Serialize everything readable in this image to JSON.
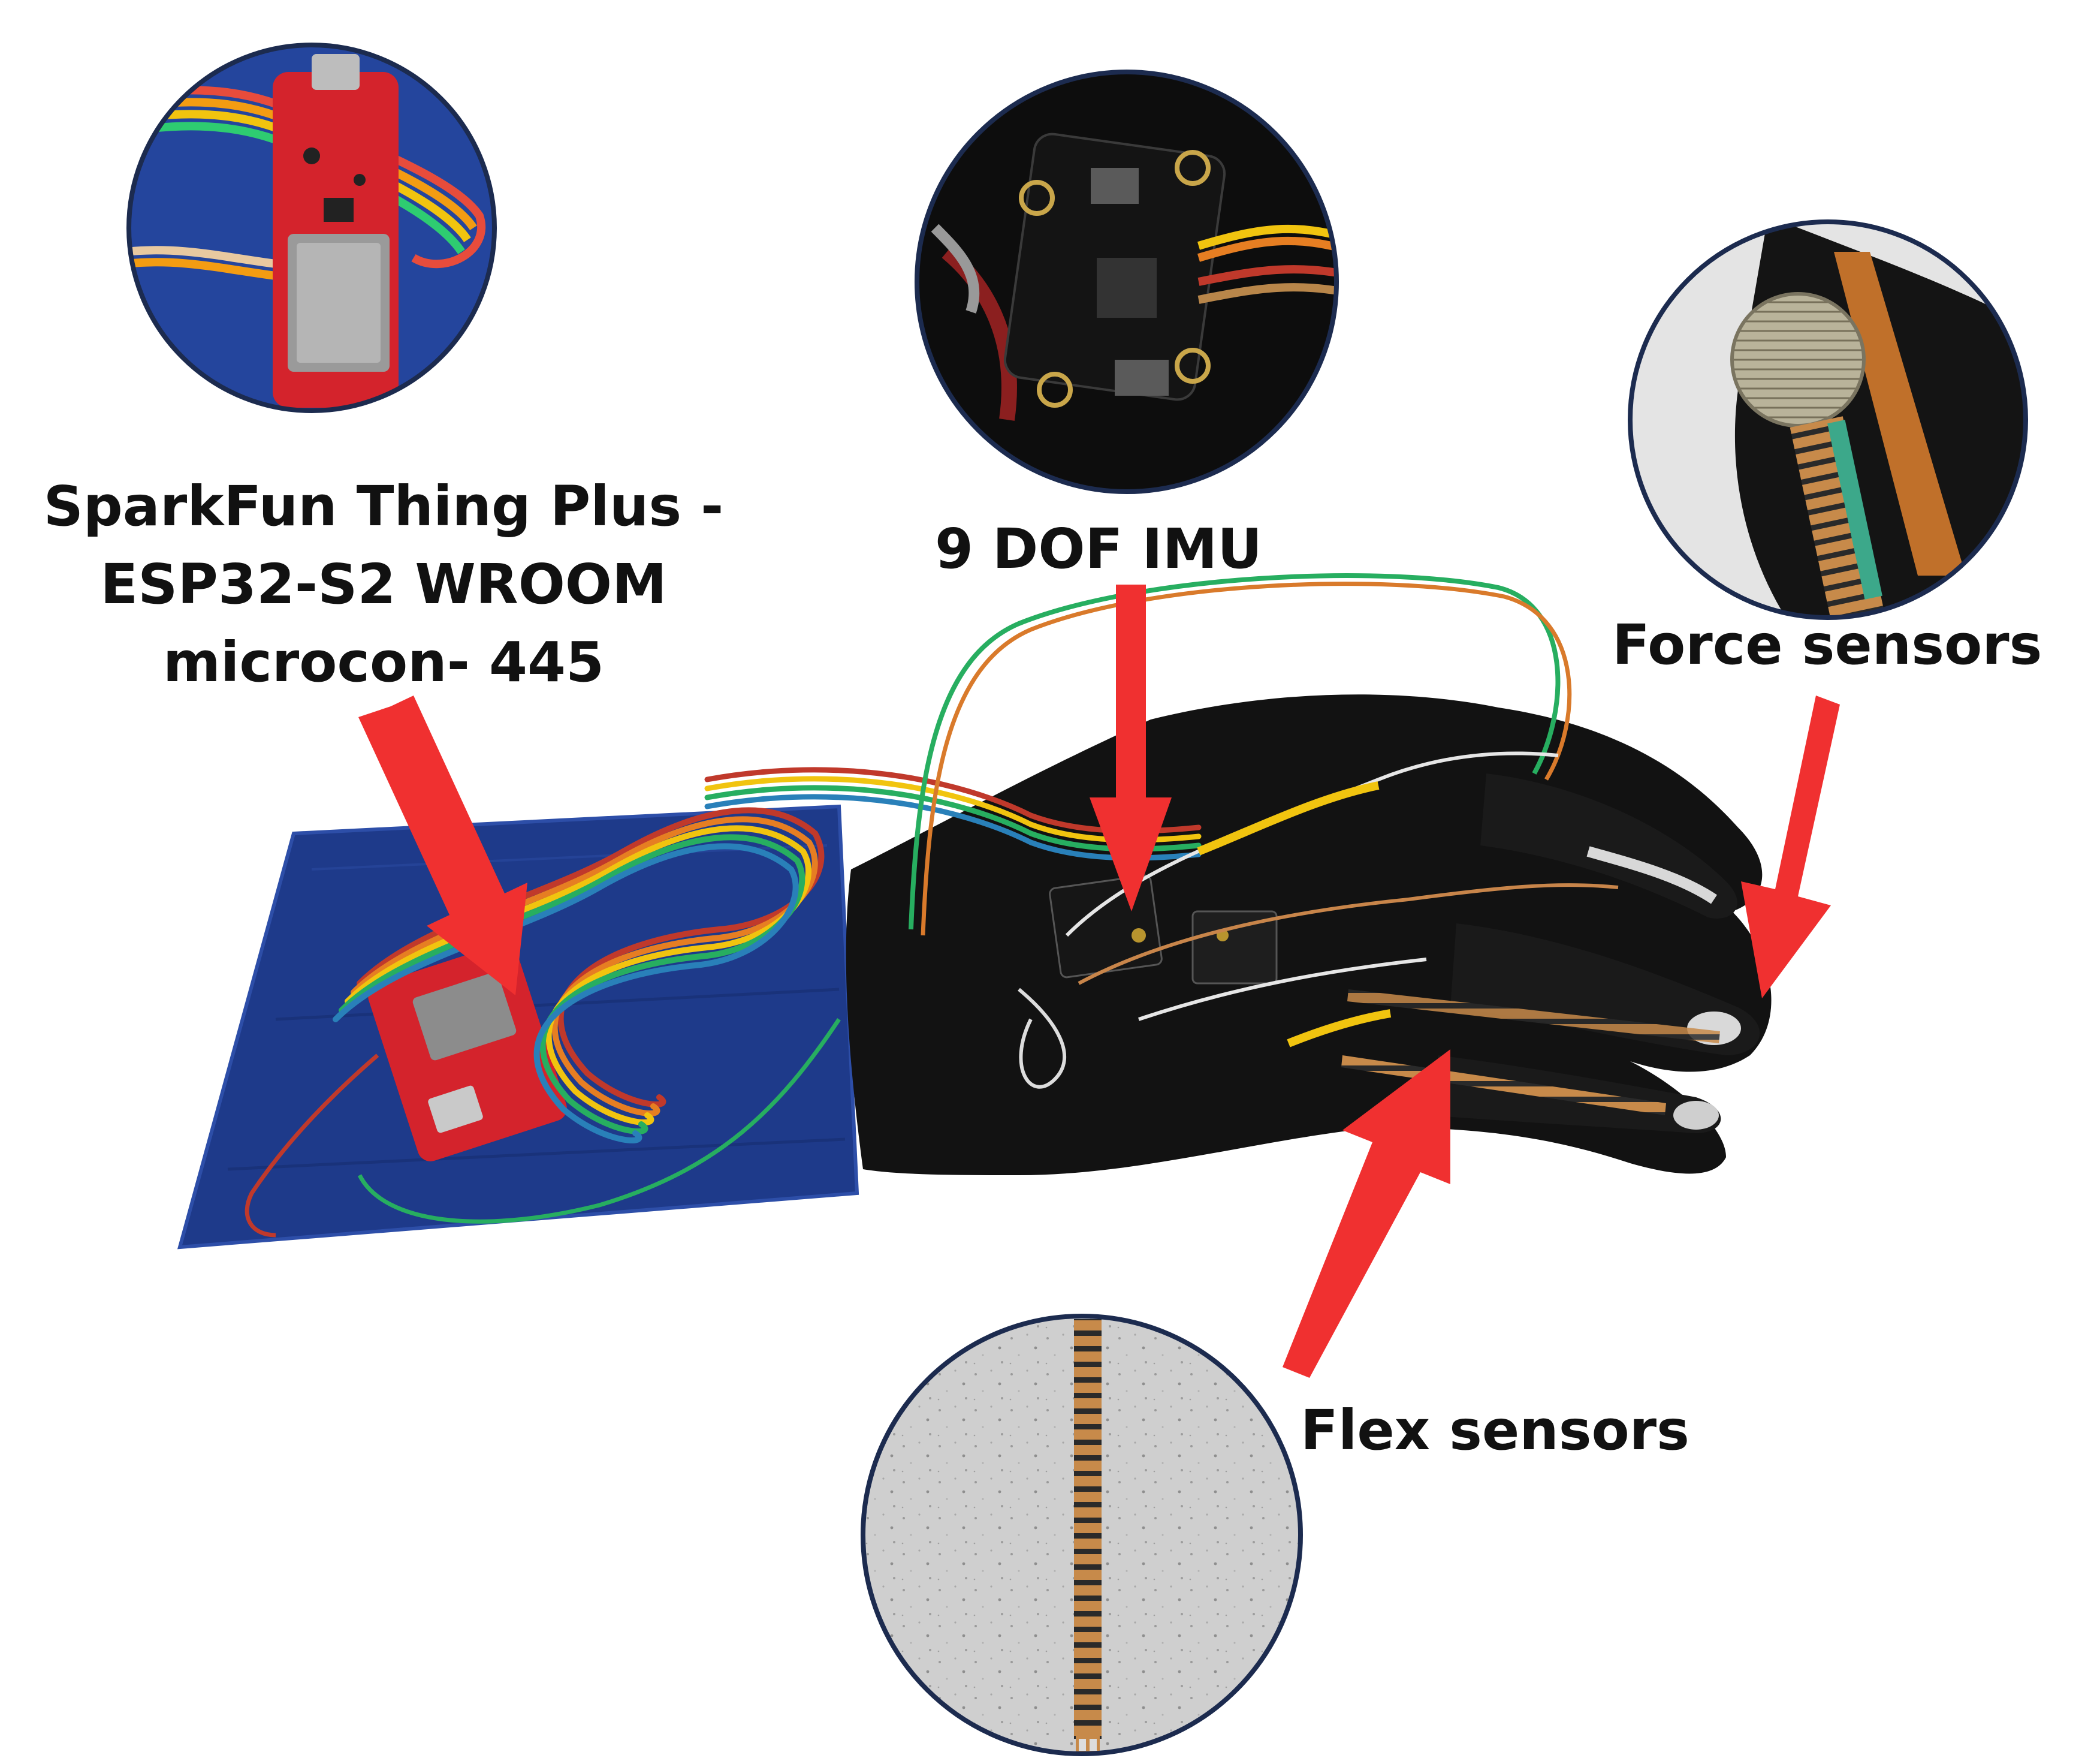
{
  "labels": {
    "microcontroller": {
      "line1": "SparkFun Thing Plus -",
      "line2": "ESP32-S2 WROOM",
      "line3": "microcon- 445"
    },
    "imu": "9 DOF IMU",
    "force_sensors": "Force sensors",
    "flex_sensors": "Flex sensors"
  },
  "colors": {
    "arrow": "#f03030",
    "circle_border": "#1c2b4f",
    "glove": "#121212",
    "wrist_pad": "#1e3a8a",
    "board_red": "#d4232c",
    "ribbon": [
      "#c0392b",
      "#e67e22",
      "#f1c40f",
      "#27ae60",
      "#2980b9",
      "#8e44ad",
      "#7f5539"
    ]
  },
  "icons": {
    "arrow": "arrow-pointer-icon",
    "circle": "detail-photo-circle"
  }
}
